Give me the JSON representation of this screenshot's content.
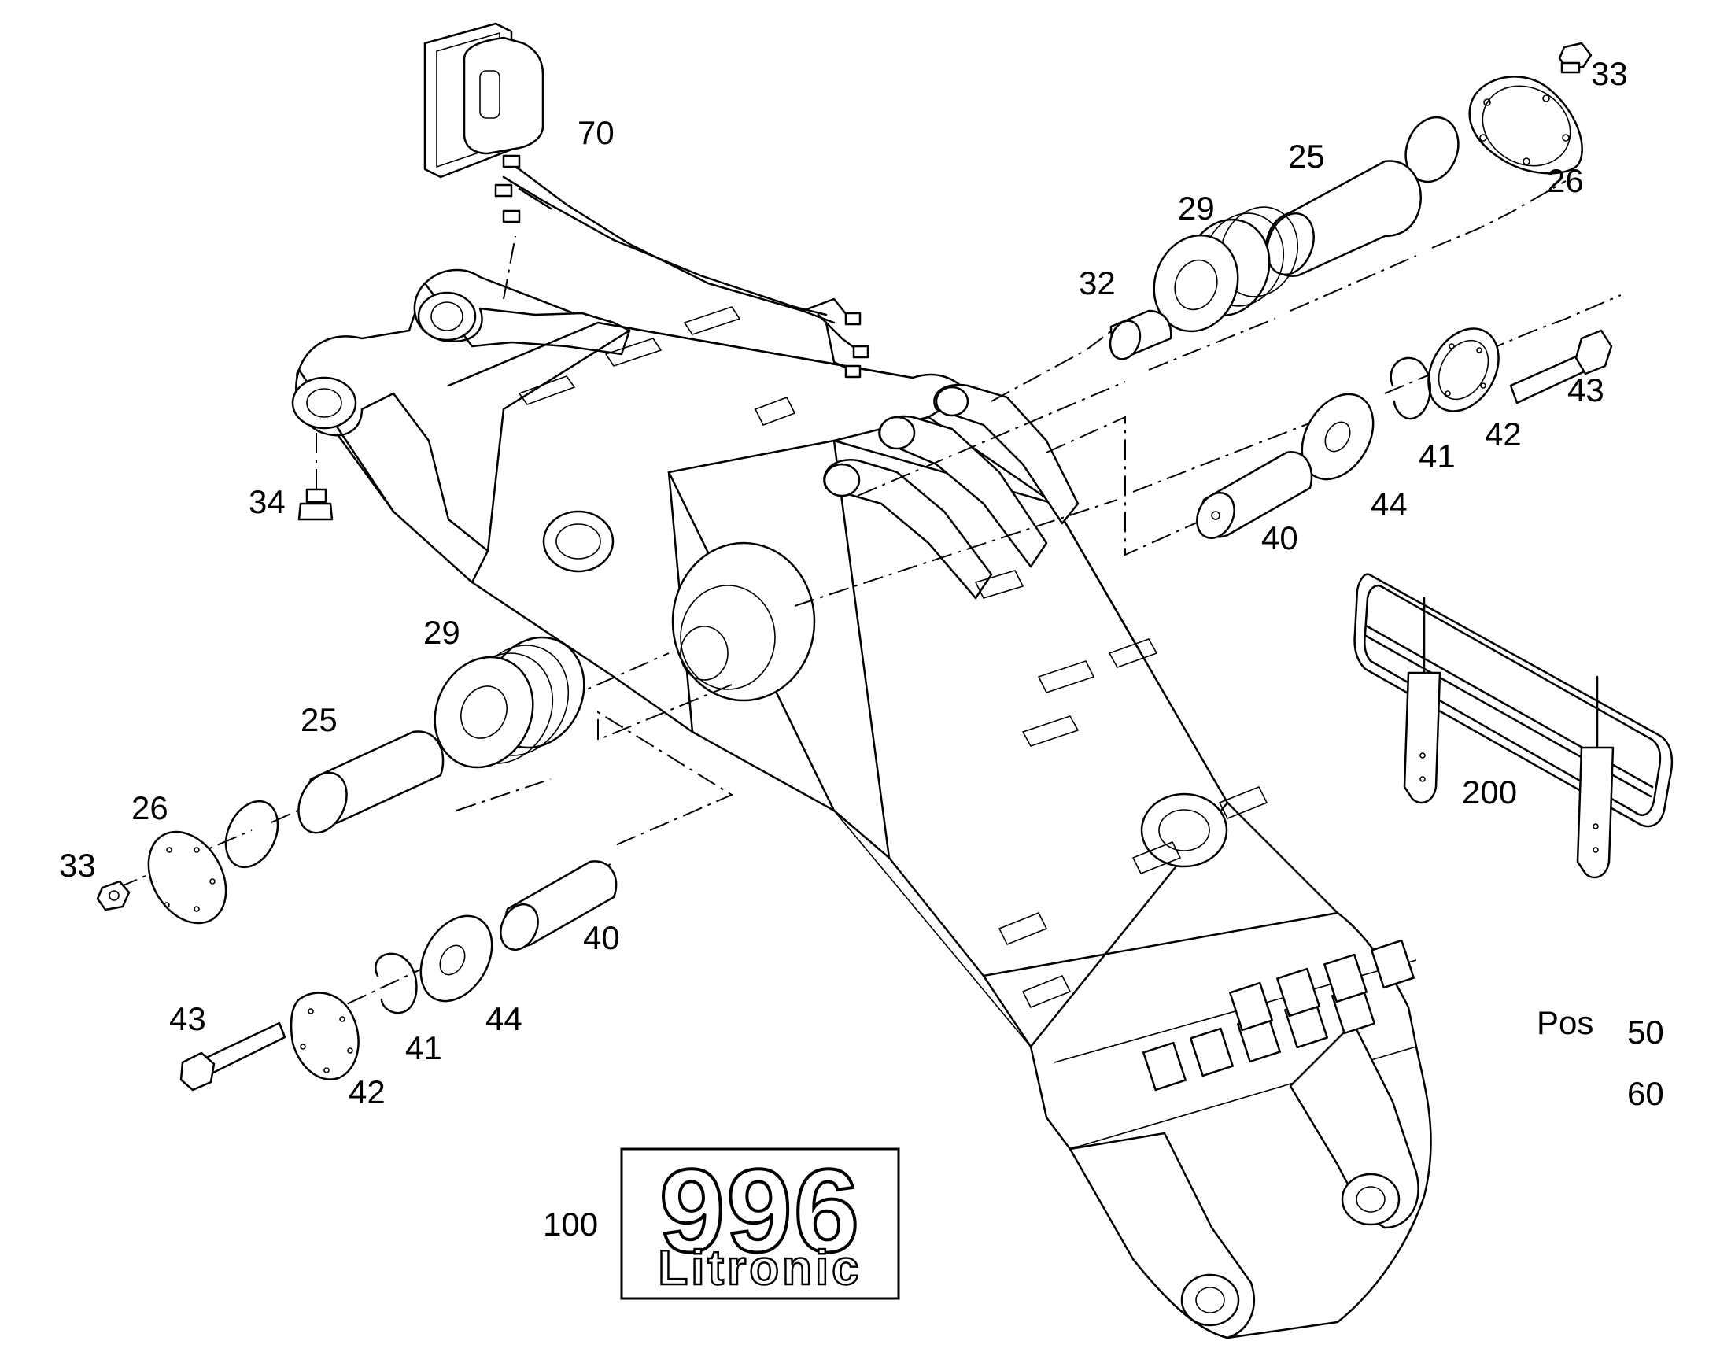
{
  "diagram": {
    "callouts": {
      "c70": "70",
      "c33a": "33",
      "c25a": "25",
      "c26a": "26",
      "c29a": "29",
      "c32": "32",
      "c43a": "43",
      "c42a": "42",
      "c41a": "41",
      "c34": "34",
      "c44a": "44",
      "c40a": "40",
      "c29b": "29",
      "c25b": "25",
      "c26b": "26",
      "c33b": "33",
      "c40b": "40",
      "c43b": "43",
      "c44b": "44",
      "c41b": "41",
      "c42b": "42",
      "c200": "200",
      "c100": "100",
      "pos_label": "Pos",
      "c50": "50",
      "c60": "60"
    },
    "logo": {
      "model": "996",
      "series": "Litronic"
    }
  }
}
